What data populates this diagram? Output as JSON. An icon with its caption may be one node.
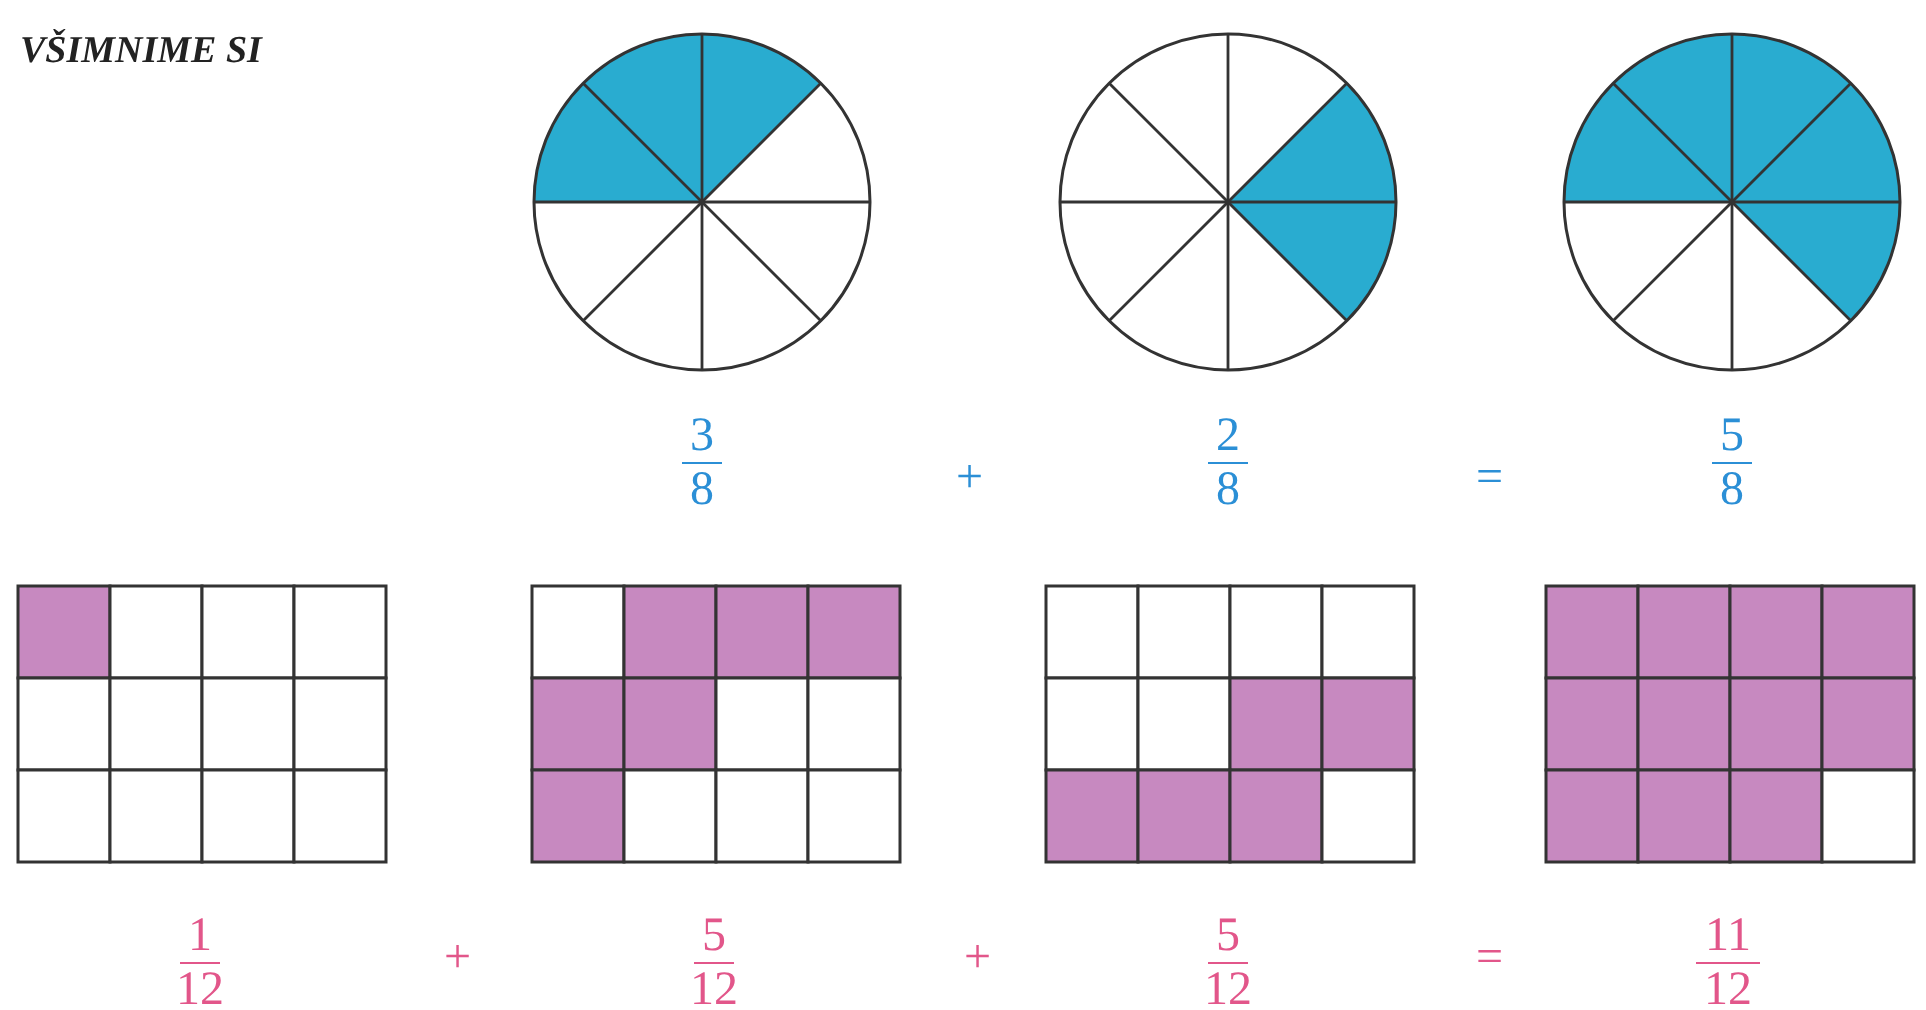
{
  "diagram": {
    "title": "VŠIMNIME SI",
    "nodes": [
      {
        "text": [],
        "shape": "circle",
        "beside": [
          "3",
          "8"
        ]
      },
      {
        "text": [],
        "shape": "circle",
        "beside": [
          "2",
          "8"
        ]
      },
      {
        "text": [],
        "shape": "circle",
        "beside": [
          "5",
          "8"
        ]
      },
      {
        "text": [],
        "shape": "grid",
        "beside": [
          "1",
          "12"
        ]
      },
      {
        "text": [],
        "shape": "grid",
        "beside": [
          "5",
          "12"
        ]
      },
      {
        "text": [],
        "shape": "grid",
        "beside": [
          "5",
          "12"
        ]
      },
      {
        "text": [],
        "shape": "grid",
        "beside": [
          "11",
          "12"
        ]
      }
    ],
    "edges": [],
    "labels": [
      "+",
      "=",
      "+",
      "+",
      "="
    ]
  }
}
